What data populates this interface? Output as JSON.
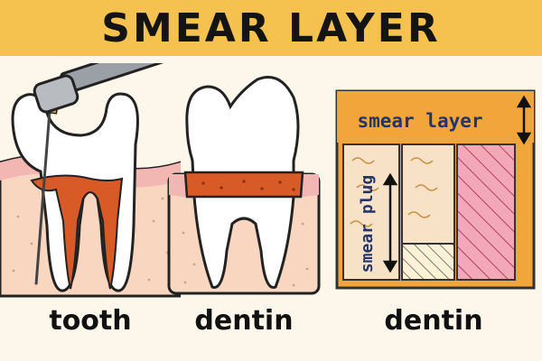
{
  "title": "SMEAR LAYER",
  "panels": [
    {
      "caption": "tooth"
    },
    {
      "caption": "dentin"
    },
    {
      "caption": "dentin",
      "labels": {
        "smear_layer": "smear layer",
        "smear_plug": "smear plug"
      }
    }
  ],
  "colors": {
    "title_bar": "#f6c24f",
    "background": "#fdf6ea",
    "gum": "#f3b7b3",
    "bone": "#f8d6bf",
    "pulp": "#d85a26",
    "smear": "#f2a53b",
    "dentin_tubule": "#f7e2c7",
    "stripe_pink": "#f3a8b8",
    "label_blue": "#23356a"
  },
  "icons": [
    "dental-handpiece-icon",
    "double-arrow-icon"
  ]
}
